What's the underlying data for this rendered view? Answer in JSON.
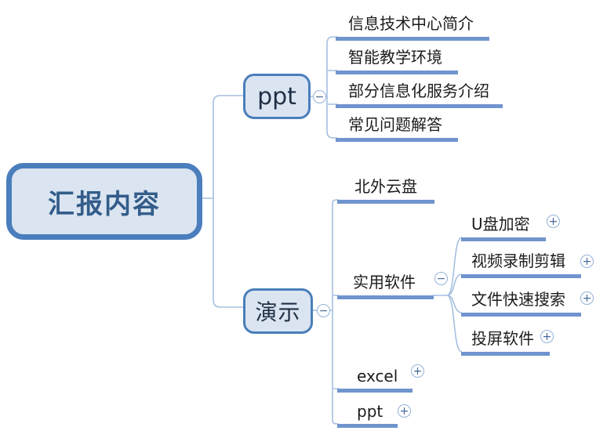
{
  "colors": {
    "node_border": "#4a7ebc",
    "node_fill": "#dbe5f1",
    "root_text": "#335d8a",
    "leaf_underline": "#7094ce",
    "connector_line": "#a5c0e0",
    "icon_symbol": "#46689b",
    "background": "#ffffff"
  },
  "icons": {
    "collapse_glyph": "−",
    "expand_glyph": "+"
  },
  "mindmap": {
    "root": {
      "label": "汇报内容"
    },
    "branches": [
      {
        "label": "ppt",
        "state": "expanded",
        "children": [
          {
            "label": "信息技术中心简介"
          },
          {
            "label": "智能教学环境"
          },
          {
            "label": "部分信息化服务介绍"
          },
          {
            "label": "常见问题解答"
          }
        ]
      },
      {
        "label": "演示",
        "state": "expanded",
        "children": [
          {
            "label": "北外云盘"
          },
          {
            "label": "实用软件",
            "state": "expanded",
            "children": [
              {
                "label": "U盘加密",
                "state": "collapsed"
              },
              {
                "label": "视频录制剪辑",
                "state": "collapsed"
              },
              {
                "label": "文件快速搜索",
                "state": "collapsed"
              },
              {
                "label": "投屏软件",
                "state": "collapsed"
              }
            ]
          },
          {
            "label": "excel",
            "state": "collapsed"
          },
          {
            "label": "ppt",
            "state": "collapsed"
          }
        ]
      }
    ]
  }
}
